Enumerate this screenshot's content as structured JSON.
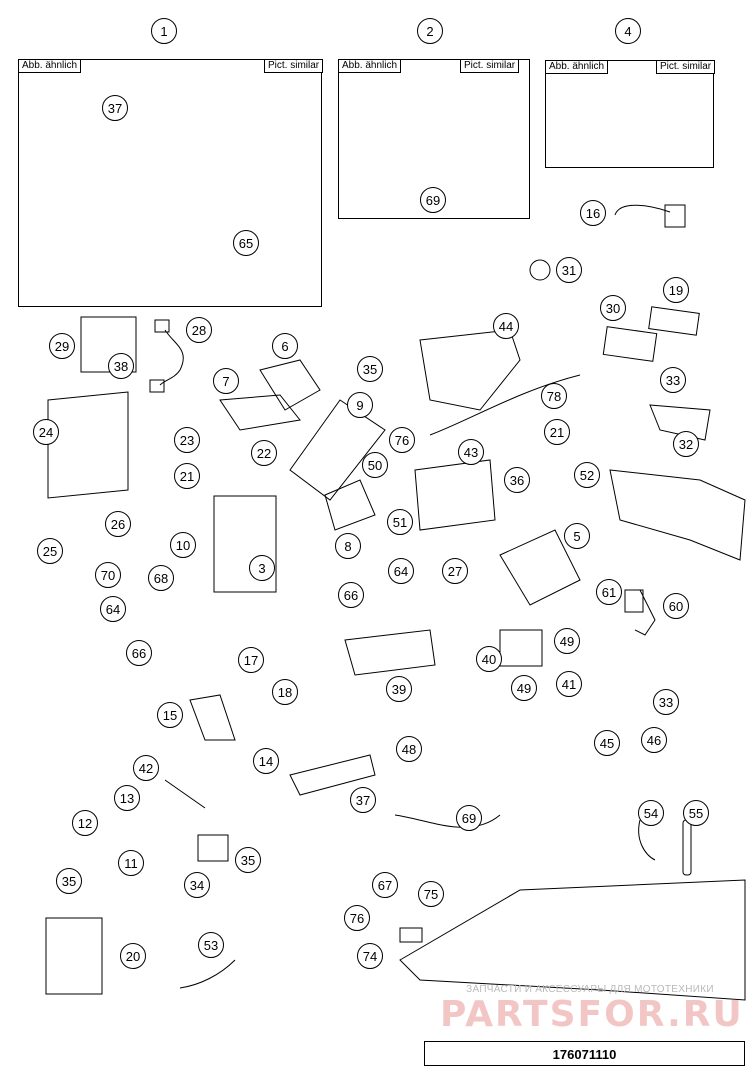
{
  "boxes": {
    "box1": {
      "label_de": "Abb. ähnlich",
      "label_en": "Pict. similar"
    },
    "box2": {
      "label_de": "Abb. ähnlich",
      "label_en": "Pict. similar"
    },
    "box4": {
      "label_de": "Abb. ähnlich",
      "label_en": "Pict. similar"
    }
  },
  "callouts": {
    "c1": "1",
    "c2": "2",
    "c4": "4",
    "c37a": "37",
    "c69a": "69",
    "c65": "65",
    "c16": "16",
    "c31": "31",
    "c29": "29",
    "c38": "38",
    "c28": "28",
    "c6": "6",
    "c7": "7",
    "c19": "19",
    "c30": "30",
    "c33a": "33",
    "c32": "32",
    "c44": "44",
    "c35a": "35",
    "c78": "78",
    "c76a": "76",
    "c9": "9",
    "c21a": "21",
    "c52": "52",
    "c24": "24",
    "c23": "23",
    "c21b": "21",
    "c22": "22",
    "c50": "50",
    "c43": "43",
    "c36": "36",
    "c51": "51",
    "c8": "8",
    "c5": "5",
    "c26": "26",
    "c25": "25",
    "c10": "10",
    "c3": "3",
    "c27": "27",
    "c64a": "64",
    "c66a": "66",
    "c61": "61",
    "c60": "60",
    "c70": "70",
    "c68": "68",
    "c64b": "64",
    "c66b": "66",
    "c49a": "49",
    "c40": "40",
    "c49b": "49",
    "c41": "41",
    "c39": "39",
    "c17": "17",
    "c18": "18",
    "c15": "15",
    "c33b": "33",
    "c45": "45",
    "c46": "46",
    "c14": "14",
    "c48": "48",
    "c42": "42",
    "c37b": "37",
    "c13": "13",
    "c69b": "69",
    "c12": "12",
    "c11": "11",
    "c35b": "35",
    "c34": "34",
    "c54": "54",
    "c55": "55",
    "c35c": "35",
    "c67": "67",
    "c75": "75",
    "c76b": "76",
    "c20": "20",
    "c53": "53",
    "c74": "74"
  },
  "watermark": {
    "text": "ЗАПЧАСТИ И АКСЕССУАРЫ ДЛЯ МОТОТЕХНИКИ",
    "logo": "PARTSFOR.RU"
  },
  "part_number": "176071110"
}
